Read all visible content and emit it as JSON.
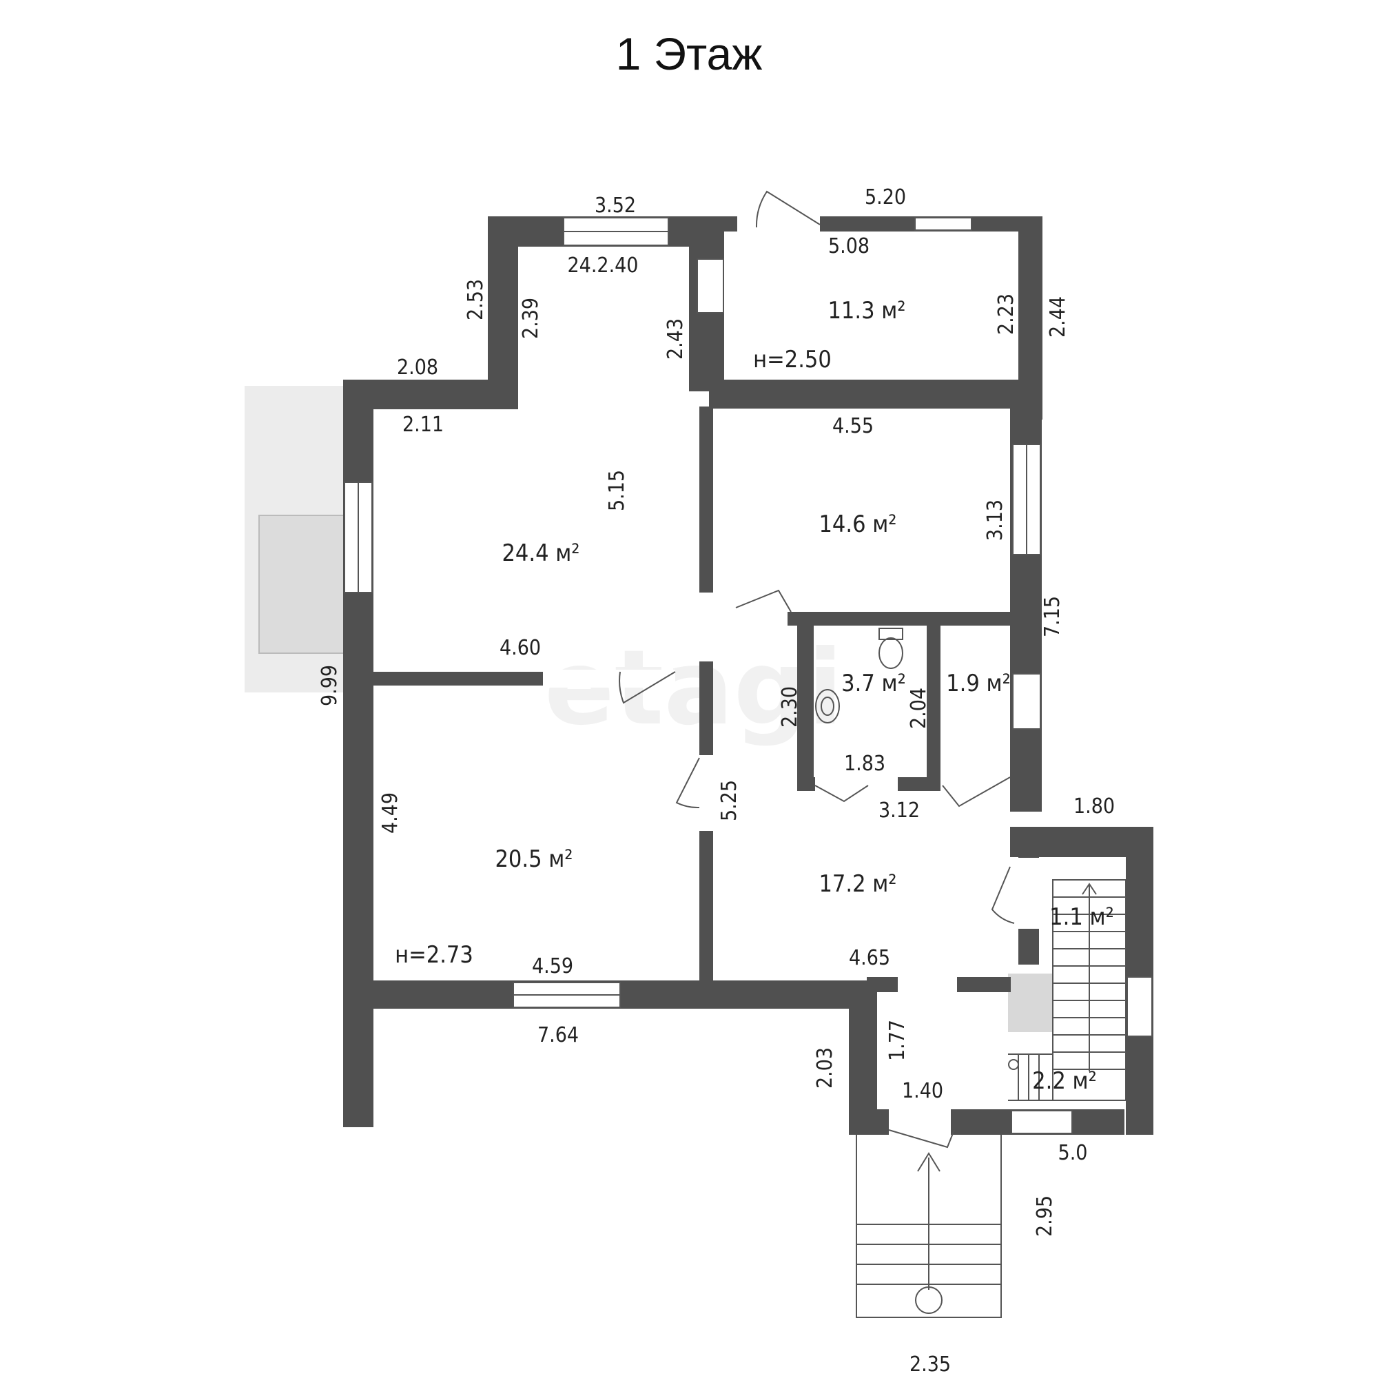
{
  "title": "1 Этаж",
  "watermark": "etagi",
  "rooms": {
    "r11": {
      "area": "11.3 м²",
      "height": "н=2.50"
    },
    "r24": {
      "area": "24.4 м²"
    },
    "r14": {
      "area": "14.6 м²"
    },
    "r37": {
      "area": "3.7 м²"
    },
    "r19": {
      "area": "1.9 м²"
    },
    "r20": {
      "area": "20.5 м²",
      "height": "н=2.73"
    },
    "r17": {
      "area": "17.2 м²"
    },
    "r11b": {
      "area": "1.1 м²"
    },
    "r22": {
      "area": "2.2 м²"
    }
  },
  "dims": {
    "d352": "3.52",
    "d520": "5.20",
    "d508": "5.08",
    "d24240": "24.2.40",
    "d253": "2.53",
    "d239": "2.39",
    "d243": "2.43",
    "d223": "2.23",
    "d244": "2.44",
    "d208": "2.08",
    "d211": "2.11",
    "d455": "4.55",
    "d515": "5.15",
    "d313": "3.13",
    "d715": "7.15",
    "d460": "4.60",
    "d999": "9.99",
    "d230": "2.30",
    "d204": "2.04",
    "d183": "1.83",
    "d312": "3.12",
    "d449": "4.49",
    "d525": "5.25",
    "d180": "1.80",
    "d465": "4.65",
    "d459": "4.59",
    "d764": "7.64",
    "d177": "1.77",
    "d203": "2.03",
    "d140": "1.40",
    "d50": "5.0",
    "d295": "2.95",
    "d235": "2.35"
  },
  "colors": {
    "wall": "#505050",
    "terrace": "#ececec",
    "terrace_inner": "#dcdcdc",
    "text": "#222222"
  }
}
